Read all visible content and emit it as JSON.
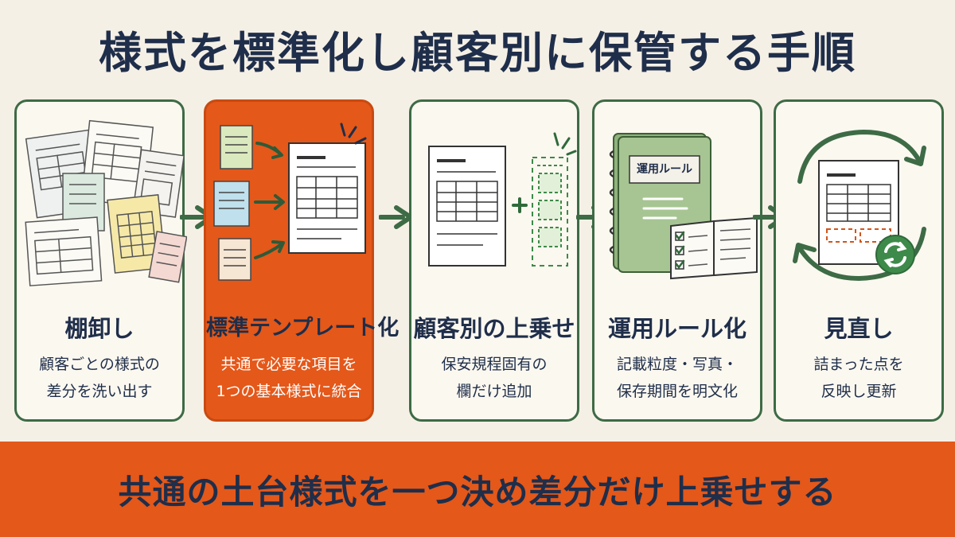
{
  "title": "様式を標準化し顧客別に保管する手順",
  "steps": [
    {
      "title": "棚卸し",
      "desc": [
        "顧客ごとの様式の",
        "差分を洗い出す"
      ]
    },
    {
      "title": "標準テンプレート化",
      "desc": [
        "共通で必要な項目を",
        "1つの基本様式に統合"
      ]
    },
    {
      "title": "顧客別の上乗せ",
      "desc": [
        "保安規程固有の",
        "欄だけ追加"
      ]
    },
    {
      "title": "運用ルール化",
      "desc": [
        "記載粒度・写真・",
        "保存期間を明文化"
      ]
    },
    {
      "title": "見直し",
      "desc": [
        "詰まった点を",
        "反映し更新"
      ]
    }
  ],
  "rulebook_label": "運用ルール",
  "conclusion": "共通の土台様式を一つ決め差分だけ上乗せする",
  "colors": {
    "accent": "#e4581a",
    "navy": "#1f2e4a",
    "green": "#3d6b45",
    "cream": "#f5f0e6"
  }
}
